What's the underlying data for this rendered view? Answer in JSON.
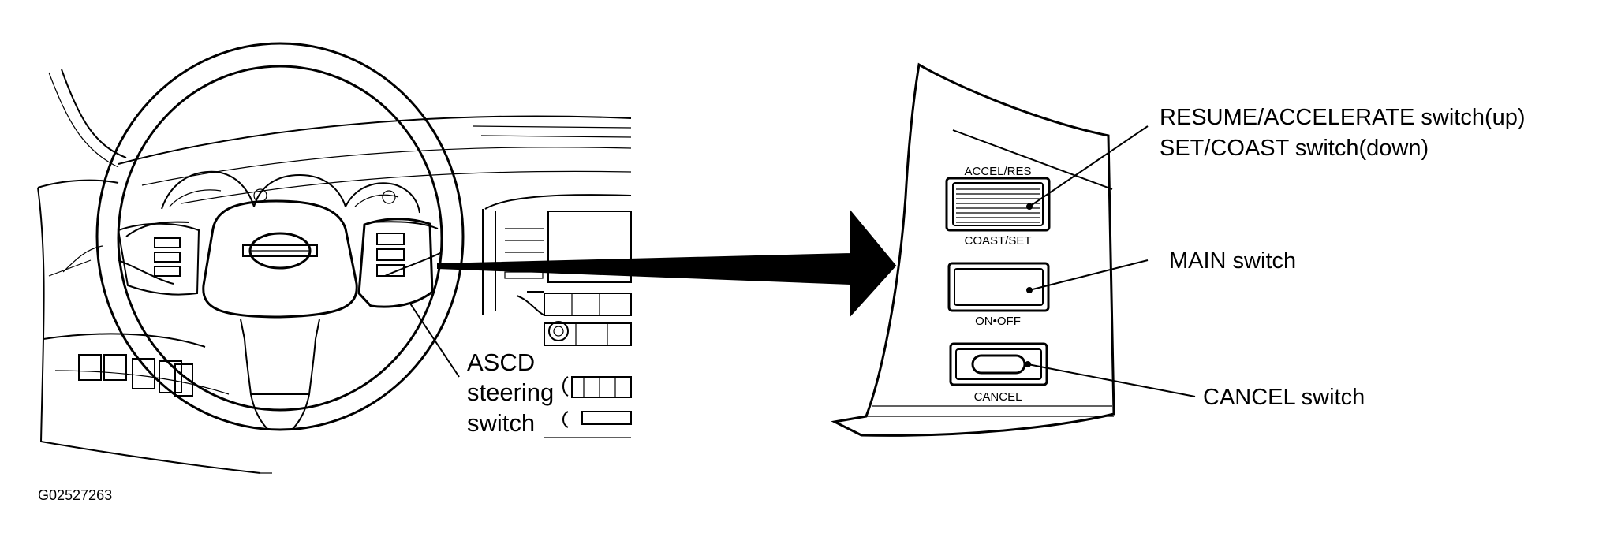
{
  "figure_id": "G02527263",
  "steering_callout": {
    "lines": [
      "ASCD",
      "steering",
      "switch"
    ]
  },
  "switch_panel": {
    "button_labels": {
      "accel_res": "ACCEL/RES",
      "coast_set": "COAST/SET",
      "on_off": "ON•OFF",
      "cancel": "CANCEL"
    },
    "callouts": {
      "resume_accelerate": "RESUME/ACCELERATE switch(up)",
      "set_coast": "SET/COAST switch(down)",
      "main": "MAIN switch",
      "cancel": "CANCEL switch"
    }
  }
}
